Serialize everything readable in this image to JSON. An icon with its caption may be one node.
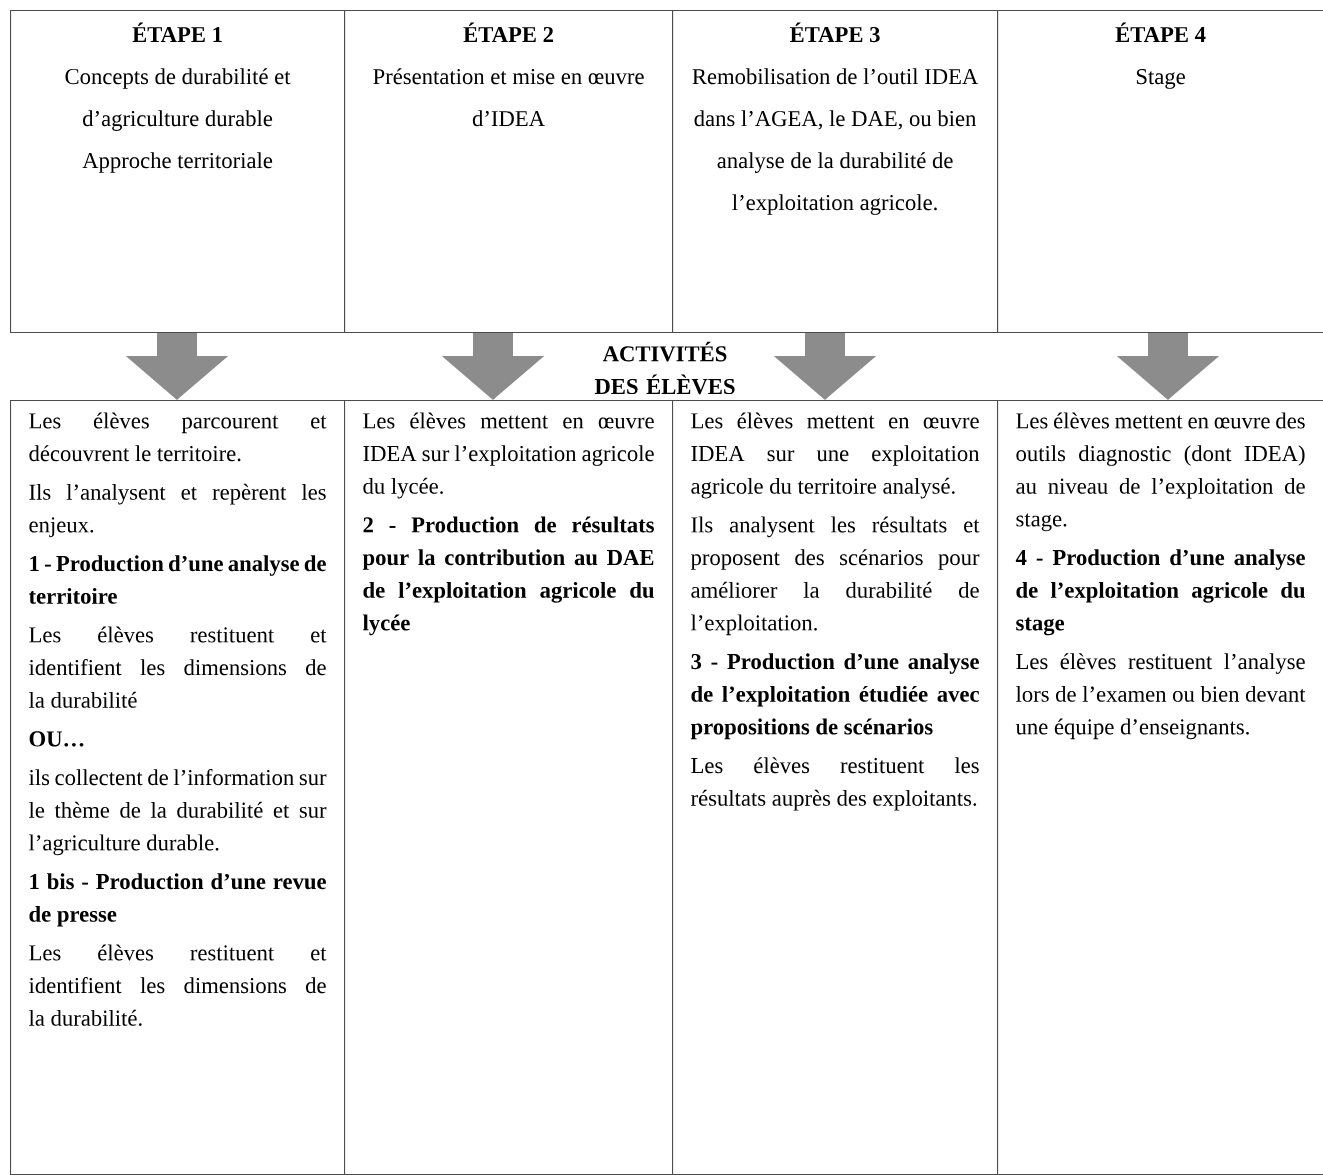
{
  "diagram": {
    "nodes": [
      {
        "text": [
          "ÉTAPE 1",
          "Concepts de durabilité et d’agriculture durable",
          "Approche territoriale"
        ]
      },
      {
        "text": [
          "ÉTAPE 2",
          "Présentation et mise en œuvre d’IDEA"
        ]
      },
      {
        "text": [
          "ÉTAPE 3",
          "Remobilisation de l’outil IDEA dans l’AGEA, le DAE, ou bien analyse de la durabilité de l’exploitation agricole."
        ]
      },
      {
        "text": [
          "ÉTAPE 4",
          "Stage"
        ]
      },
      {
        "text": [
          "Les élèves parcourent et découvrent le territoire.",
          "Ils l’analysent et repèrent les enjeux.",
          "**1 - Production d’une analyse de territoire**",
          "Les élèves restituent et identifient les dimensions de la durabilité",
          "**OU…**",
          "ils collectent de l’information sur le thème de la durabilité et sur l’agriculture durable.",
          "**1 bis - Production d’une revue de presse**",
          "Les élèves restituent et identifient les dimensions de la durabilité."
        ]
      },
      {
        "text": [
          "Les élèves mettent en œuvre IDEA sur l’exploitation agricole du lycée.",
          "**2 - Production de résultats pour la contribution au DAE de l’exploitation agricole du lycée**"
        ]
      },
      {
        "text": [
          "Les élèves mettent en œuvre IDEA sur une exploitation agricole du territoire analysé.",
          "Ils analysent les résultats et proposent des scénarios pour améliorer la durabilité de l’exploitation.",
          "**3 - Production d’une analyse de l’exploitation étudiée avec propositions de scénarios**",
          "Les élèves restituent les résultats auprès des exploitants."
        ]
      },
      {
        "text": [
          "Les élèves mettent en œuvre des outils diagnostic (dont IDEA) au niveau de l’exploitation de stage.",
          "**4 - Production d’une analyse de l’exploitation agricole du stage**",
          "Les élèves restituent l’analyse lors de l’examen ou bien devant une équipe d’enseignants."
        ]
      }
    ],
    "edges": [
      {
        "from": 0,
        "to": 4,
        "arrow": "to"
      },
      {
        "from": 1,
        "to": 5,
        "arrow": "to"
      },
      {
        "from": 2,
        "to": 6,
        "arrow": "to"
      },
      {
        "from": 3,
        "to": 7,
        "arrow": "to"
      }
    ],
    "labels": [
      "ACTIVITÉS DES ÉLÈVES"
    ]
  }
}
